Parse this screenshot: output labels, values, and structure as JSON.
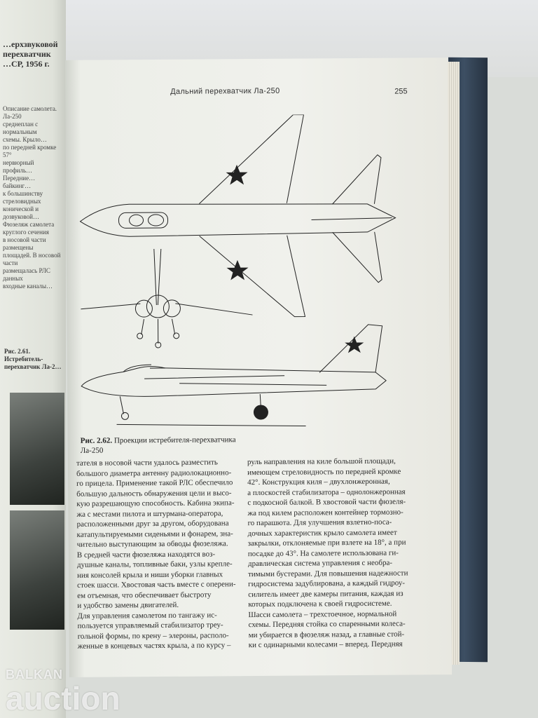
{
  "left_page": {
    "heading_line1": "…ерхзвуковой перехватчик",
    "heading_line2": "…СР, 1956 г.",
    "text_fragments": [
      "Описание самолета. Ла-250",
      "среднеплан с нормальным",
      "схемы. Крыло…",
      "по передней кромке 57°",
      "нервюрный профиль…",
      "Передние…",
      "байкинг…",
      "к большинству стреловидных",
      "конической и дозвуковой…",
      "Фюзеляж самолета круглого сечения",
      "в носовой части размещены",
      "площадей. В носовой части",
      "размещалась РЛС данных",
      "входные каналы…"
    ],
    "caption": "Рис. 2.61. Истребитель-перехватчик Ла-2…"
  },
  "page": {
    "running_head": "Дальний перехватчик Ла-250",
    "page_number": "255",
    "caption_label": "Рис. 2.62.",
    "caption_text": "Проекции истребителя-перехватчика Ла-250",
    "column1": [
      "тателя в носовой части удалось разместить",
      "большого диаметра антенну радиолокационно-",
      "го прицела. Применение такой РЛС обеспечило",
      "большую дальность обнаружения цели и высо-",
      "кую разрешающую способность. Кабина экипа-",
      "жа с местами пилота и штурмана-оператора,",
      "расположенными друг за другом, оборудована",
      "катапультируемыми сиденьями и фонарем, зна-",
      "чительно выступающим за обводы фюзеляжа.",
      "В средней части фюзеляжа находятся воз-",
      "душные каналы, топливные баки, узлы крепле-",
      "ния консолей крыла и ниши уборки главных",
      "стоек шасси. Хвостовая часть вместе с оперени-",
      "ем отъемная, что обеспечивает быстроту",
      "и удобство замены двигателей.",
      "Для управления самолетом по тангажу ис-",
      "пользуется управляемый стабилизатор треу-",
      "гольной формы, по крену – элероны, располо-",
      "женные в концевых частях крыла, а по курсу –"
    ],
    "column2": [
      "руль направления на киле большой площади,",
      "имеющем стреловидность по передней кромке",
      "42°. Конструкция киля – двухлонжеронная,",
      "а плоскостей стабилизатора – однолонжеронная",
      "с подкосной балкой. В хвостовой части фюзеля-",
      "жа под килем расположен контейнер тормозно-",
      "го парашюта. Для улучшения взлетно-поса-",
      "дочных характеристик крыло самолета имеет",
      "закрылки, отклоняемые при взлете на 18°, а при",
      "посадке до 43°. На самолете использована ги-",
      "дравлическая система управления с необра-",
      "тимыми бустерами. Для повышения надежности",
      "гидросистема задублирована, а каждый гидроу-",
      "силитель имеет две камеры питания, каждая из",
      "которых подключена к своей гидросистеме.",
      "Шасси самолета – трехстоечное, нормальной",
      "схемы. Передняя стойка со спаренными колеса-",
      "ми убирается в фюзеляж назад, а главные стой-",
      "ки с одинарными колесами – вперед. Передняя"
    ]
  },
  "watermark": {
    "line1": "BALKAN",
    "line2": "auction"
  },
  "colors": {
    "cover": "#2c3a4a",
    "paper": "#eceee8",
    "star": "#222222"
  }
}
